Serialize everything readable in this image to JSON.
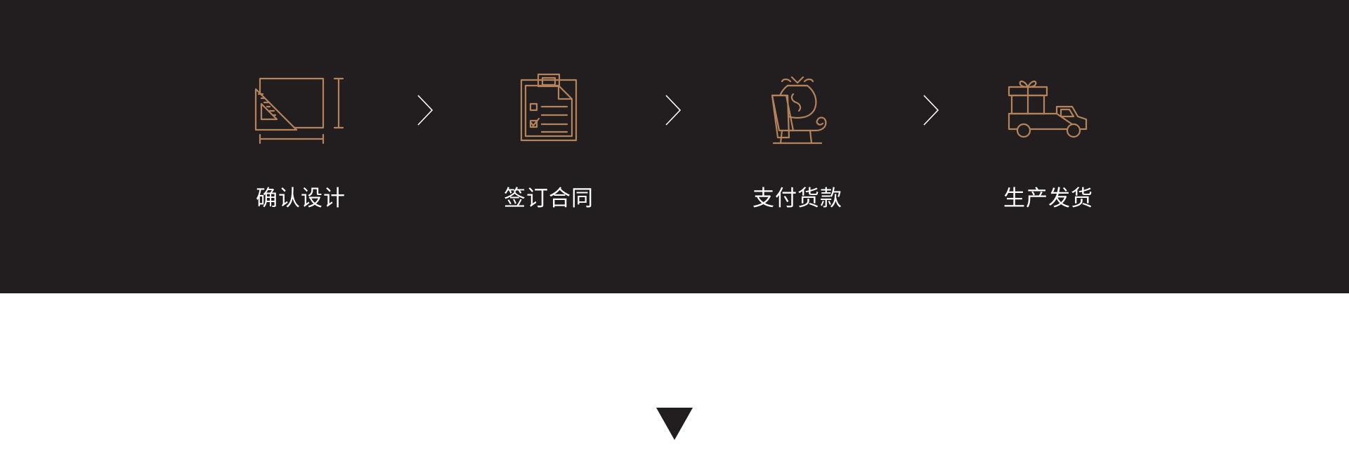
{
  "process": {
    "steps": [
      {
        "label": "确认设计",
        "icon": "drafting-ruler-icon"
      },
      {
        "label": "签订合同",
        "icon": "clipboard-checklist-icon"
      },
      {
        "label": "支付货款",
        "icon": "money-bag-sleigh-icon"
      },
      {
        "label": "生产发货",
        "icon": "gift-truck-icon"
      }
    ],
    "separator_icon": "chevron-right-icon",
    "bottom_indicator_icon": "triangle-down-icon"
  },
  "colors": {
    "band_background": "#221e1f",
    "icon_accent": "#b4835c",
    "label_text": "#ffffff",
    "separator": "#ffffff",
    "page_background": "#ffffff",
    "indicator": "#221e1f"
  }
}
